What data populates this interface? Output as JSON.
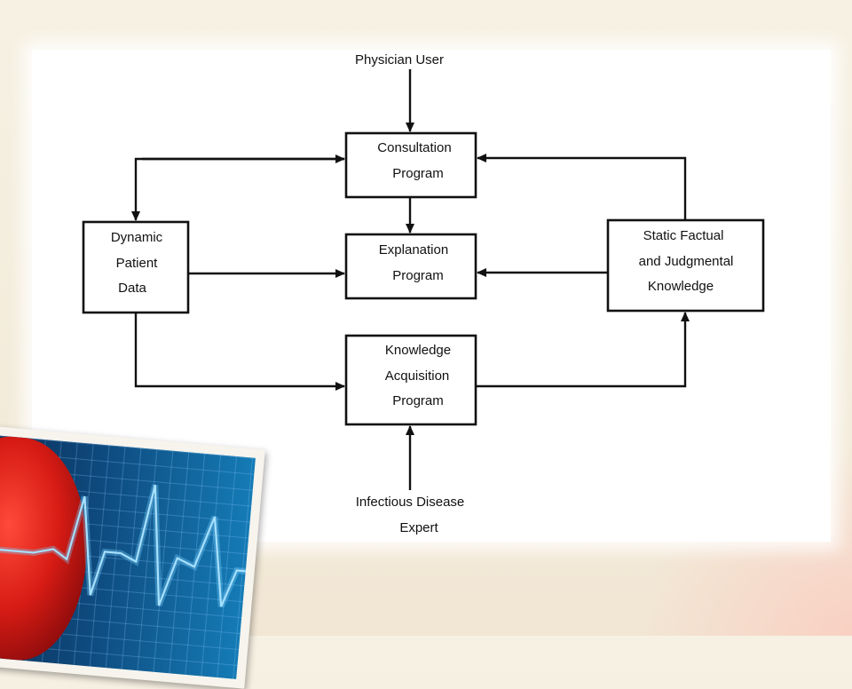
{
  "diagram": {
    "physician_user": "Physician User",
    "consultation": [
      "Consultation",
      "Program"
    ],
    "explanation": [
      "Explanation",
      "Program"
    ],
    "knowledge_acquisition": [
      "Knowledge",
      "Acquisition",
      "Program"
    ],
    "dynamic_patient_data": [
      "Dynamic",
      "Patient",
      "Data"
    ],
    "static_knowledge": [
      "Static Factual",
      "and Judgmental",
      "Knowledge"
    ],
    "infectious_expert": [
      "Infectious Disease",
      "Expert"
    ]
  },
  "decor": {
    "heart_image": "heart-monitor-image"
  }
}
